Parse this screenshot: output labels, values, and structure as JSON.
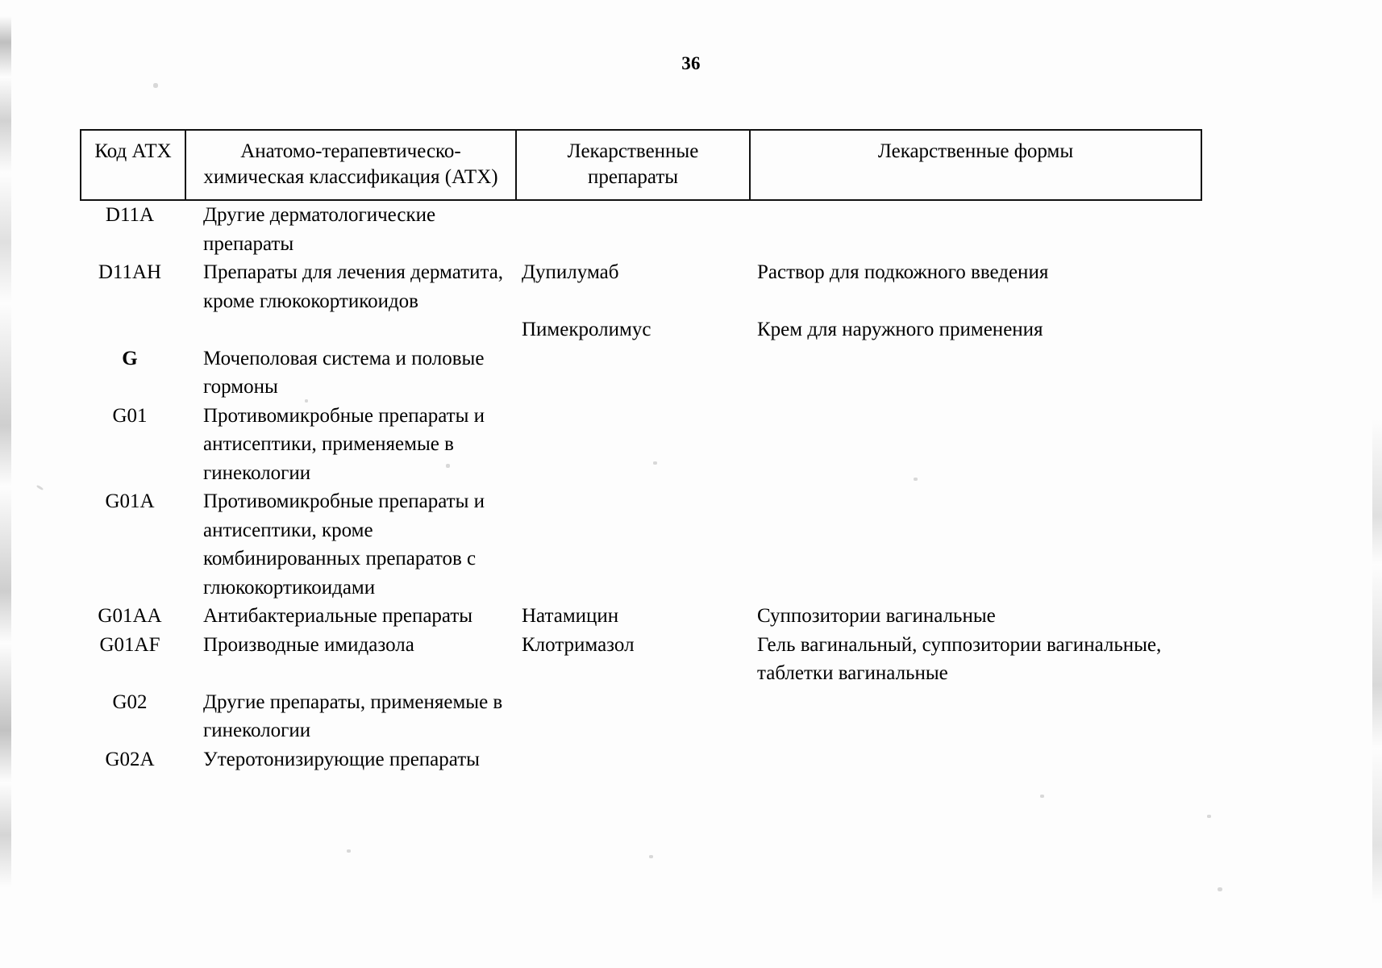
{
  "document": {
    "page_number": "36",
    "table": {
      "columns": [
        {
          "key": "code",
          "header": "Код АТХ"
        },
        {
          "key": "class",
          "header_line1": "Анатомо-терапевтическо-",
          "header_line2": "химическая классификация (АТХ)"
        },
        {
          "key": "drugs",
          "header_line1": "Лекарственные",
          "header_line2": "препараты"
        },
        {
          "key": "forms",
          "header": "Лекарственные формы"
        }
      ],
      "rows": [
        {
          "code": "D11A",
          "code_bold": false,
          "class_lines": [
            "Другие дерматологические",
            "препараты"
          ],
          "drugs_lines": [],
          "forms_lines": []
        },
        {
          "code": "D11AH",
          "code_bold": false,
          "class_lines": [
            "Препараты для лечения дерматита,",
            "кроме глюкокортикоидов"
          ],
          "drugs_lines": [
            "Дупилумаб"
          ],
          "forms_lines": [
            "Раствор для подкожного введения"
          ]
        },
        {
          "code": "",
          "code_bold": false,
          "class_lines": [],
          "drugs_lines": [
            "Пимекролимус"
          ],
          "forms_lines": [
            "Крем для наружного применения"
          ]
        },
        {
          "code": "G",
          "code_bold": true,
          "class_lines": [
            "Мочеполовая система и половые",
            "гормоны"
          ],
          "drugs_lines": [],
          "forms_lines": []
        },
        {
          "code": "G01",
          "code_bold": false,
          "class_lines": [
            "Противомикробные препараты и",
            "антисептики, применяемые в",
            "гинекологии"
          ],
          "drugs_lines": [],
          "forms_lines": []
        },
        {
          "code": "G01A",
          "code_bold": false,
          "class_lines": [
            "Противомикробные препараты и",
            "антисептики, кроме",
            "комбинированных препаратов с",
            "глюкокортикоидами"
          ],
          "drugs_lines": [],
          "forms_lines": []
        },
        {
          "code": "G01AA",
          "code_bold": false,
          "class_lines": [
            "Антибактериальные препараты"
          ],
          "drugs_lines": [
            "Натамицин"
          ],
          "forms_lines": [
            "Суппозитории вагинальные"
          ]
        },
        {
          "code": "G01AF",
          "code_bold": false,
          "class_lines": [
            "Производные имидазола"
          ],
          "drugs_lines": [
            "Клотримазол"
          ],
          "forms_lines": [
            "Гель вагинальный, суппозитории вагинальные,",
            "таблетки вагинальные"
          ]
        },
        {
          "code": "G02",
          "code_bold": false,
          "class_lines": [
            "Другие препараты, применяемые в",
            "гинекологии"
          ],
          "drugs_lines": [],
          "forms_lines": []
        },
        {
          "code": "G02A",
          "code_bold": false,
          "class_lines": [
            "Утеротонизирующие препараты"
          ],
          "drugs_lines": [],
          "forms_lines": []
        }
      ]
    }
  }
}
